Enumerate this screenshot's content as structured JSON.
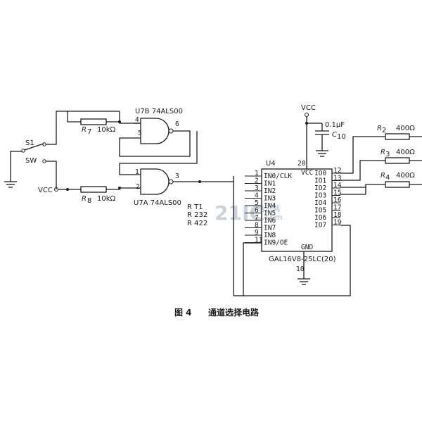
{
  "components": {
    "switch": {
      "ref": "S1",
      "label": "SW"
    },
    "vcc_left": "VCC",
    "vcc_top": "VCC",
    "r7": {
      "ref": "R",
      "sub": "7",
      "value": "10kΩ"
    },
    "r8": {
      "ref": "R",
      "sub": "8",
      "value": "10kΩ"
    },
    "u7b": {
      "name": "U7B 74ALS00",
      "pin_a": "4",
      "pin_b": "5",
      "pin_out": "6"
    },
    "u7a": {
      "name": "U7A 74ALS00",
      "pin_a": "1",
      "pin_b": "2",
      "pin_out": "3"
    },
    "cap": {
      "value": "0.1μF",
      "ref": "C",
      "sub": "10"
    },
    "u4": {
      "ref": "U4",
      "part": "GAL16V8-25LC(20)",
      "vcc_pin": "20",
      "vcc_label": "VCC",
      "gnd_label": "GND",
      "gnd_pin": "10",
      "left_pins": [
        {
          "num": "1",
          "name": "IN0/CLK"
        },
        {
          "num": "2",
          "name": "IN1"
        },
        {
          "num": "3",
          "name": "IN2"
        },
        {
          "num": "4",
          "name": "IN3"
        },
        {
          "num": "5",
          "name": "IN4"
        },
        {
          "num": "6",
          "name": "IN5"
        },
        {
          "num": "7",
          "name": "IN6"
        },
        {
          "num": "8",
          "name": "IN7"
        },
        {
          "num": "9",
          "name": "IN8"
        },
        {
          "num": "11",
          "name": "IN9/OE"
        }
      ],
      "right_pins": [
        {
          "num": "12",
          "name": "IO0"
        },
        {
          "num": "13",
          "name": "IO1"
        },
        {
          "num": "14",
          "name": "IO2"
        },
        {
          "num": "15",
          "name": "IO3"
        },
        {
          "num": "16",
          "name": "IO4"
        },
        {
          "num": "17",
          "name": "IO5"
        },
        {
          "num": "18",
          "name": "IO6"
        },
        {
          "num": "19",
          "name": "IO7"
        }
      ]
    },
    "signals": [
      "R T1",
      "R 232",
      "R 422"
    ],
    "r2": {
      "ref": "R",
      "sub": "2",
      "value": "400Ω"
    },
    "r3": {
      "ref": "R",
      "sub": "3",
      "value": "400Ω"
    },
    "r4": {
      "ref": "R",
      "sub": "4",
      "value": "400Ω"
    }
  },
  "caption": {
    "fig": "图 4",
    "title": "通道选择电路"
  },
  "watermark": {
    "main": "21IC",
    "sub": "电子网",
    "url": ".com"
  }
}
